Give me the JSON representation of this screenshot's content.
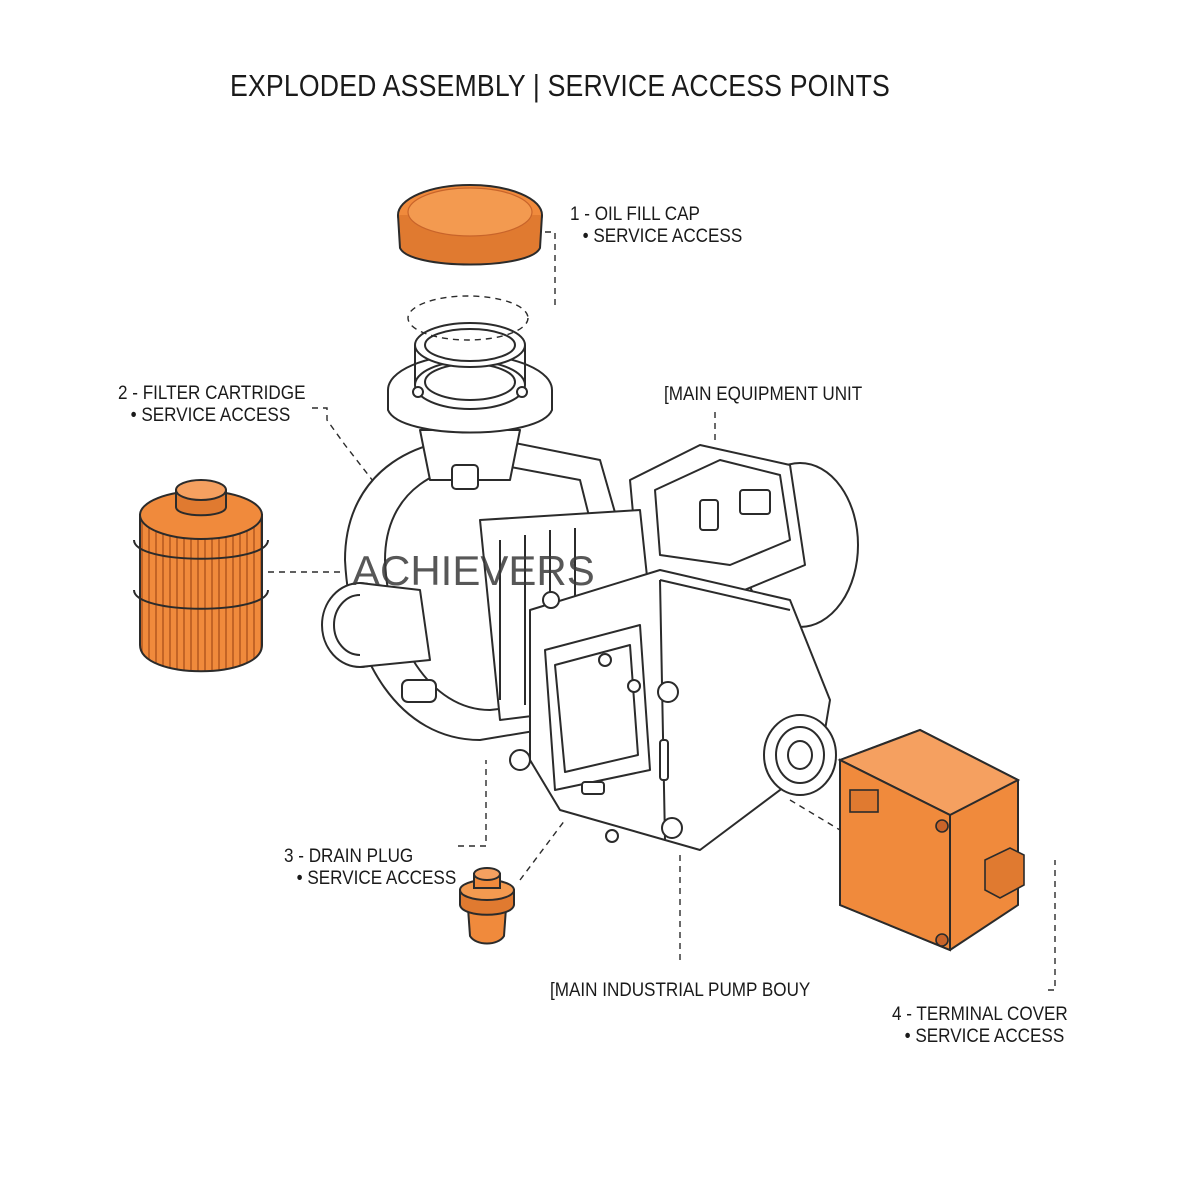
{
  "title": "EXPLODED ASSEMBLY |  SERVICE ACCESS POINTS",
  "callouts": [
    {
      "label": "1 - OIL FILL CAP",
      "note": "• SERVICE ACCESS"
    },
    {
      "label": "2 - FILTER CARTRIDGE",
      "note": "• SERVICE ACCESS"
    },
    {
      "label": "3 - DRAIN PLUG",
      "note": "• SERVICE ACCESS"
    },
    {
      "label": "4 - TERMINAL COVER",
      "note": "• SERVICE ACCESS"
    }
  ],
  "unit_labels": {
    "equipment": "[MAIN EQUIPMENT UNIT",
    "pump_body": "[MAIN INDUSTRIAL PUMP BOUY"
  },
  "watermark": "ACHIEVERS",
  "colors": {
    "accent": "#F08A3C",
    "accent_dark": "#C8642A",
    "line": "#2b2b2b"
  }
}
